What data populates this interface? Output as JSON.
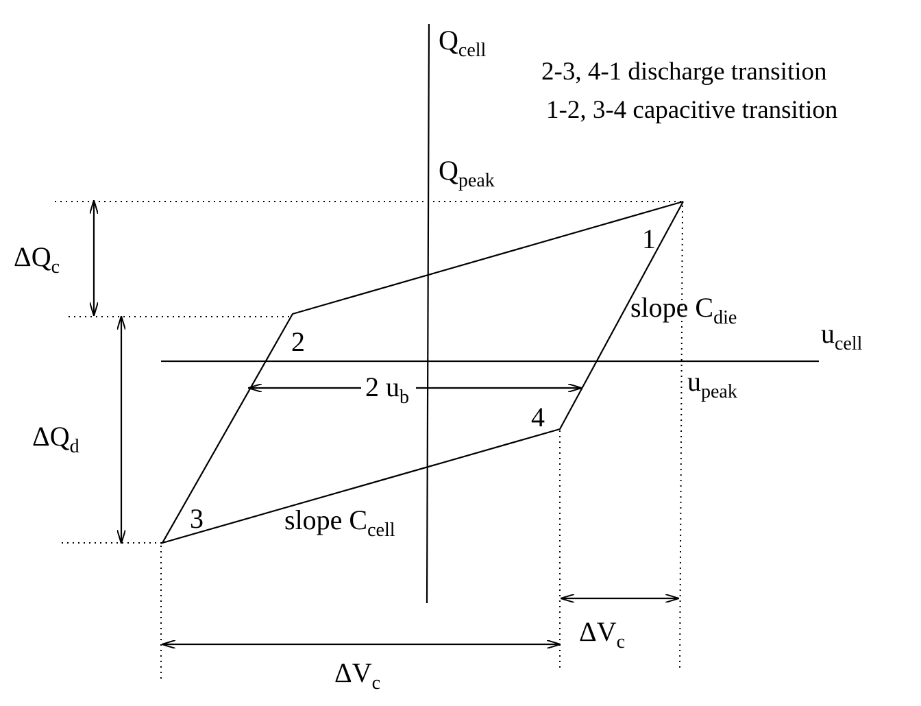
{
  "legend": {
    "line1": "2-3, 4-1 discharge transition",
    "line2": "1-2, 3-4 capacitive transition"
  },
  "axes": {
    "y_main": "Q",
    "y_sub": "cell",
    "x_main": "u",
    "x_sub": "cell"
  },
  "labels": {
    "qpeak_main": "Q",
    "qpeak_sub": "peak",
    "upeak_main": "u",
    "upeak_sub": "peak",
    "dqc_main": "ΔQ",
    "dqc_sub": "c",
    "dqd_main": "ΔQ",
    "dqd_sub": "d",
    "dvc_main": "ΔV",
    "dvc_sub": "c",
    "ub_prefix": "2 u",
    "ub_sub": "b",
    "slope_die_main": "slope C",
    "slope_die_sub": "die",
    "slope_cell_main": "slope C",
    "slope_cell_sub": "cell"
  },
  "points": [
    "1",
    "2",
    "3",
    "4"
  ]
}
